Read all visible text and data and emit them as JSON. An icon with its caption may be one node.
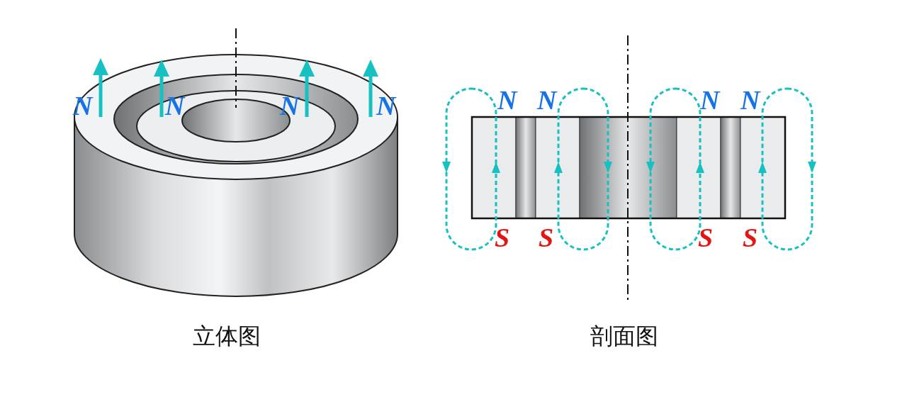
{
  "diagram": {
    "labels": [
      "N",
      "N",
      "N",
      "N",
      "N",
      "N",
      "N",
      "N",
      "S",
      "S",
      "S",
      "S",
      "立体图",
      "剖面图"
    ]
  }
}
